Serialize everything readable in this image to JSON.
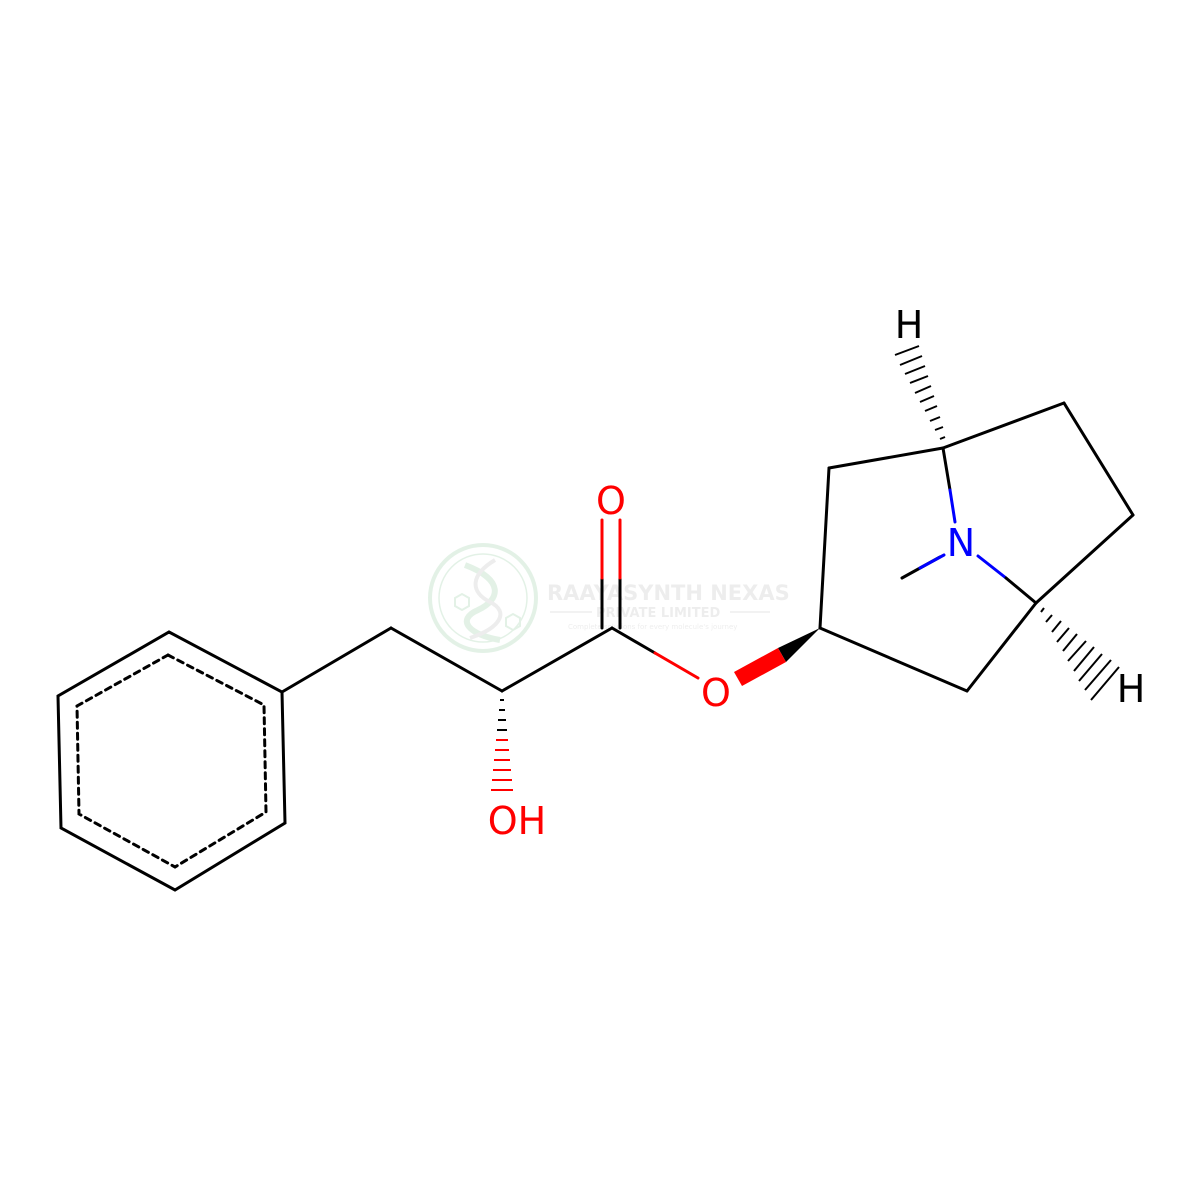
{
  "atom_labels": {
    "carbonyl_oxygen": "O",
    "ester_oxygen": "O",
    "hydroxyl": "OH",
    "nitrogen": "N",
    "hydrogen_top": "H",
    "hydrogen_bottom": "H"
  },
  "watermark": {
    "company": "RAAYASYNTH NEXAS",
    "subtitle": "PRIVATE LIMITED",
    "tagline": "Complete solutions for every molecule's journey"
  },
  "colors": {
    "bond": "#000000",
    "oxygen": "#ff0000",
    "nitrogen": "#0000ff",
    "watermark_green": "#2e9d4a",
    "watermark_gray": "#7a7a7a"
  }
}
